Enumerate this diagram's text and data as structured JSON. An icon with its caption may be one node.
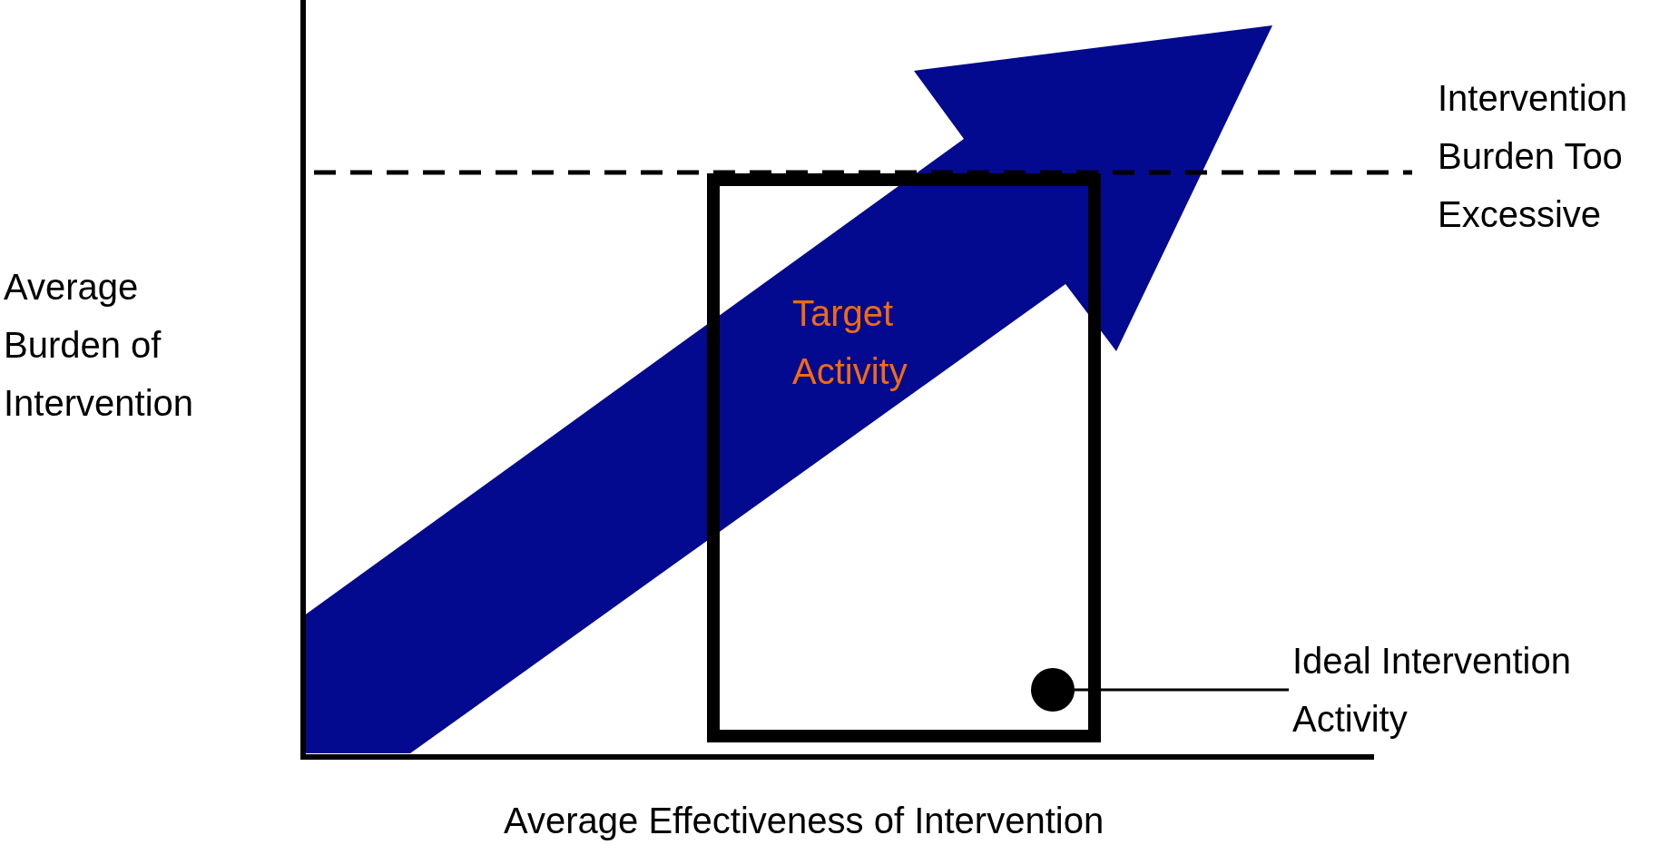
{
  "diagram": {
    "nodes": [
      {
        "text": [
          "Target Activity"
        ]
      },
      {
        "text": [
          "Ideal Intervention Activity"
        ]
      },
      {
        "text": [],
        "shape": "circle",
        "in": 0
      }
    ],
    "edges": [
      {
        "from": 1,
        "to": 2,
        "arrow": "none"
      }
    ],
    "labels": [
      "Intervention Burden Too Excessive",
      "Average Burden of Intervention",
      "Average Effectiveness of Intervention"
    ]
  }
}
